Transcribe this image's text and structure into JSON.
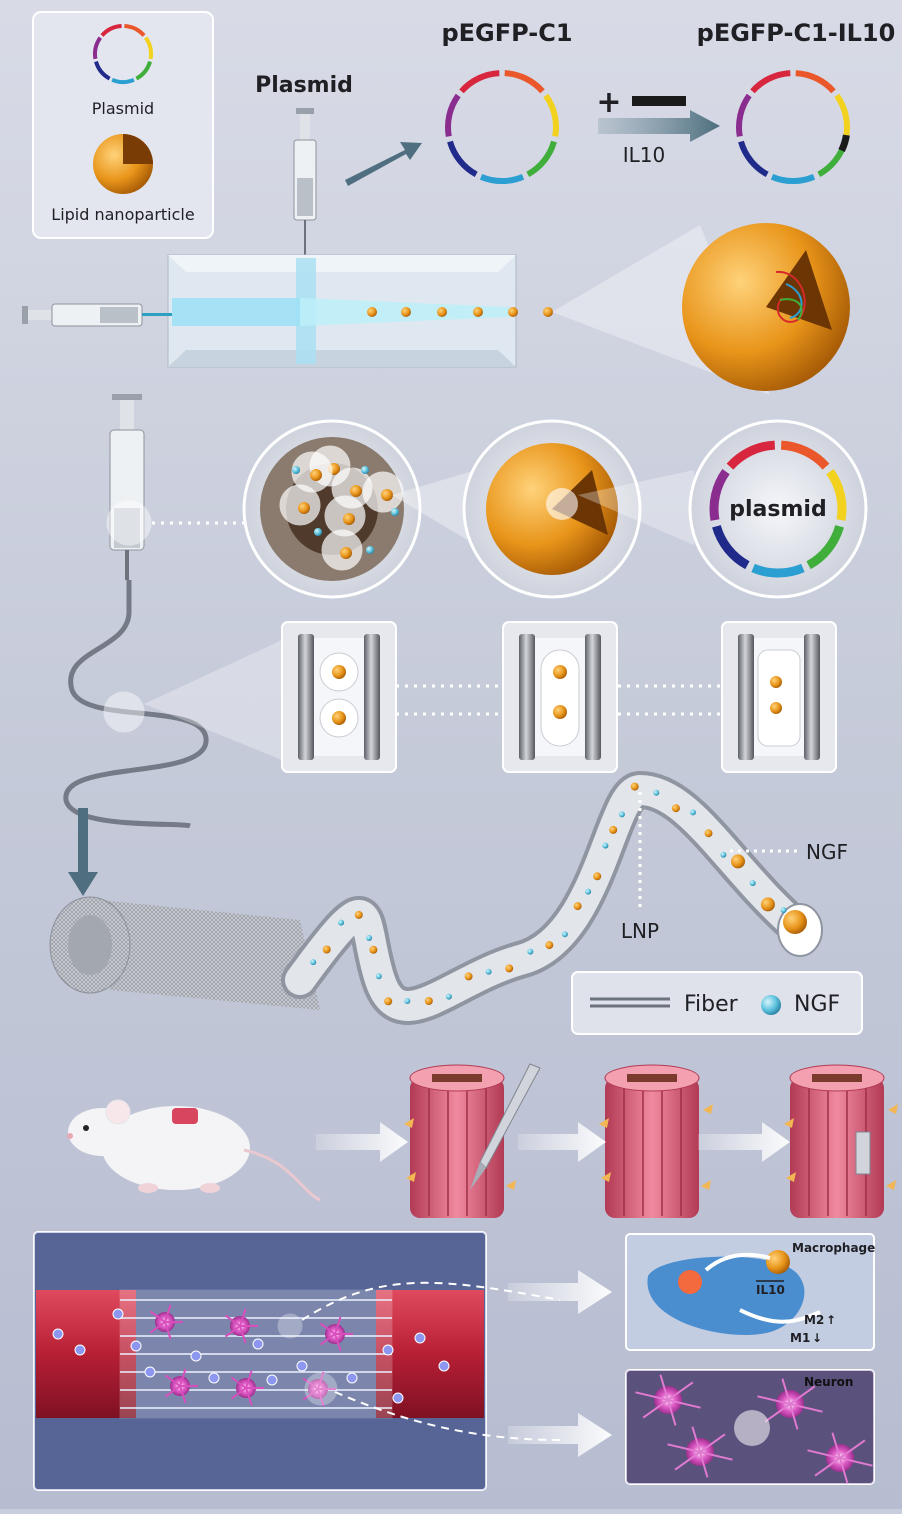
{
  "legend_top": {
    "plasmid": "Plasmid",
    "lnp": "Lipid nanoparticle"
  },
  "labels": {
    "plasmid_syringe": "Plasmid",
    "vector_original": "pEGFP-C1",
    "vector_modified": "pEGFP-C1-IL10",
    "il10": "IL10",
    "plus": "+",
    "plasmid_inner": "plasmid",
    "ngf_callout": "NGF",
    "lnp_callout": "LNP",
    "macrophage": "Macrophage",
    "il10_small": "IL10",
    "m2": "M2",
    "m1": "M1",
    "neuron": "Neuron"
  },
  "legend_bottom": {
    "fiber": "Fiber",
    "ngf": "NGF"
  },
  "colors": {
    "lipid": "#e8951a",
    "ngf": "#5ac2de",
    "muscle": "#d9627a",
    "nerve": "#c52d42",
    "channel": "#dff3fb",
    "plasmid_ring": [
      "#e9572b",
      "#f2d21e",
      "#3fae3a",
      "#2b9fd1",
      "#202a8a",
      "#8b2c8f",
      "#d7263d"
    ]
  }
}
